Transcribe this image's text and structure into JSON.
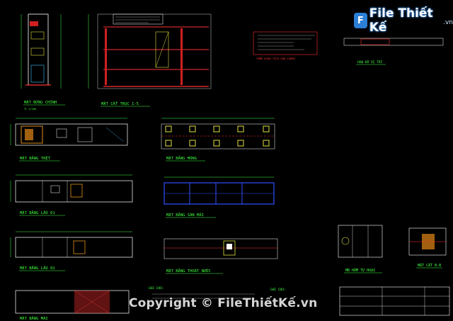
{
  "logo": {
    "main": "File Thiết Kế",
    "suffix": ".vn",
    "badge": "F"
  },
  "watermark": {
    "text": "Copyright © FileThiếtKế.vn"
  },
  "titles": {
    "facade": "MẶT ĐỨNG CHÍNH",
    "section": "MẶT CẮT TRỤC 1-5",
    "ground": "MẶT BẰNG TRỆT",
    "foundation": "MẶT BẰNG MÓNG",
    "floor1": "MẶT BẰNG LẦU 01",
    "roofbeam": "MẶT BẰNG SÀN MÁI",
    "floor2": "MẶT BẰNG LẦU 02",
    "drain": "MẶT BẰNG THOÁT NƯỚC",
    "roof": "MẶT BẰNG MÁI",
    "tank": "MB HẦM TỰ HOẠI",
    "sectionBB": "MẶT CẮT B-B",
    "stair": "HOẠ ĐỒ VỊ TRÍ"
  },
  "scale": "TL 1/100",
  "notes": {
    "ghichu1": "GHI CHÚ:",
    "ghichu2": "GHI CHÚ:",
    "concrete": "TỔNG DIỆN TÍCH SÀN 240M2"
  }
}
